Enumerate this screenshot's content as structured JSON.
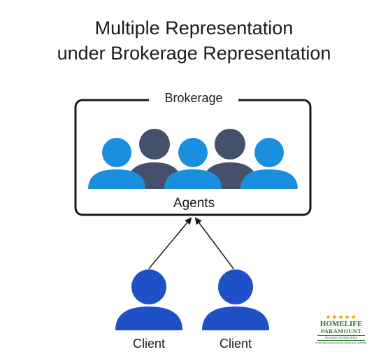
{
  "title": {
    "line1": "Multiple Representation",
    "line2": "under Brokerage Representation"
  },
  "brokerage": {
    "label": "Brokerage",
    "inner_label": "Agents"
  },
  "clients": [
    {
      "label": "Client"
    },
    {
      "label": "Client"
    }
  ],
  "logo": {
    "stars": "★★★★★",
    "line1": "HOMELIFE",
    "line2": "PARAMOUNT",
    "line3": "HIGHER STANDARDS",
    "line4": "Brokerage Independently Owned and Operated"
  },
  "colors": {
    "agent_light": "#1a8fde",
    "agent_dark": "#45506b",
    "client": "#1f50c8",
    "box_border": "#1a1a1a"
  }
}
